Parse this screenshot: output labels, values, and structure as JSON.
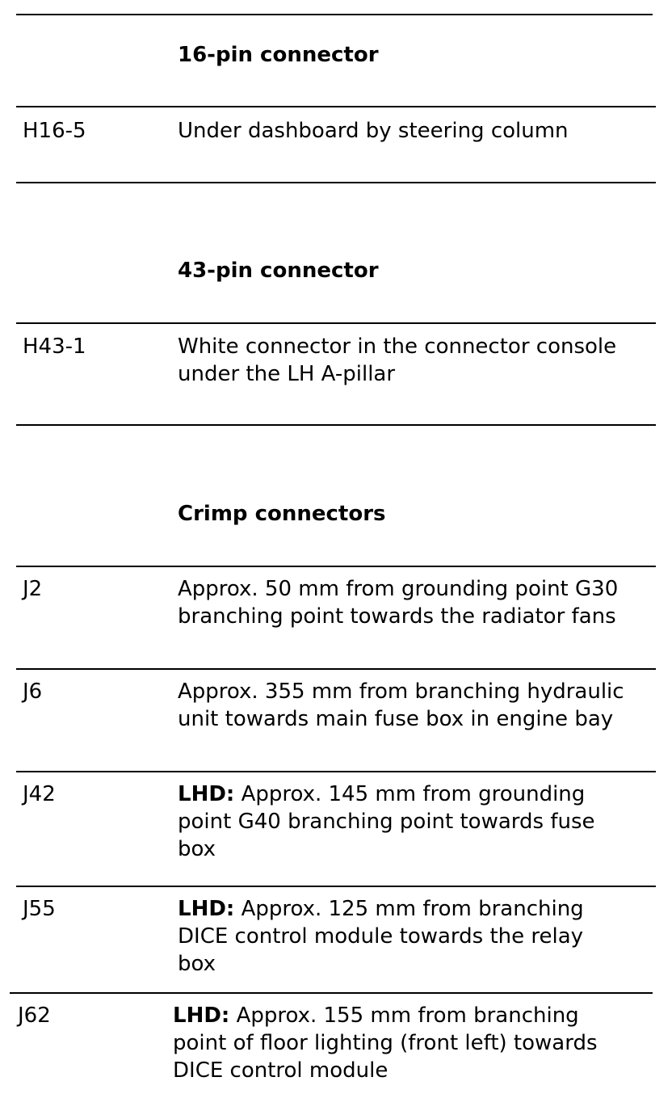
{
  "sections": [
    {
      "heading": "16-pin connector",
      "rows": [
        {
          "code": "H16-5",
          "prefix": "",
          "lines": [
            "Under dashboard by steering column"
          ]
        }
      ]
    },
    {
      "heading": "43-pin connector",
      "rows": [
        {
          "code": "H43-1",
          "prefix": "",
          "lines": [
            "White connector in the connector console",
            "under the LH A-pillar"
          ]
        }
      ]
    },
    {
      "heading": "Crimp connectors",
      "rows": [
        {
          "code": "J2",
          "prefix": "",
          "lines": [
            "Approx. 50 mm from grounding point G30",
            "branching point towards the radiator fans"
          ]
        },
        {
          "code": "J6",
          "prefix": "",
          "lines": [
            "Approx. 355 mm from branching hydraulic",
            "unit towards main fuse box in engine bay"
          ]
        },
        {
          "code": "J42",
          "prefix": "LHD:",
          "lines": [
            " Approx. 145 mm from grounding",
            "point G40 branching point towards fuse",
            "box"
          ]
        },
        {
          "code": "J55",
          "prefix": "LHD:",
          "lines": [
            " Approx. 125 mm from branching",
            "DICE control module towards the relay",
            "box"
          ]
        },
        {
          "code": "J62",
          "prefix": "LHD:",
          "lines": [
            " Approx. 155 mm from branching",
            "point of floor lighting (front left) towards",
            "DICE control module"
          ]
        }
      ]
    }
  ]
}
